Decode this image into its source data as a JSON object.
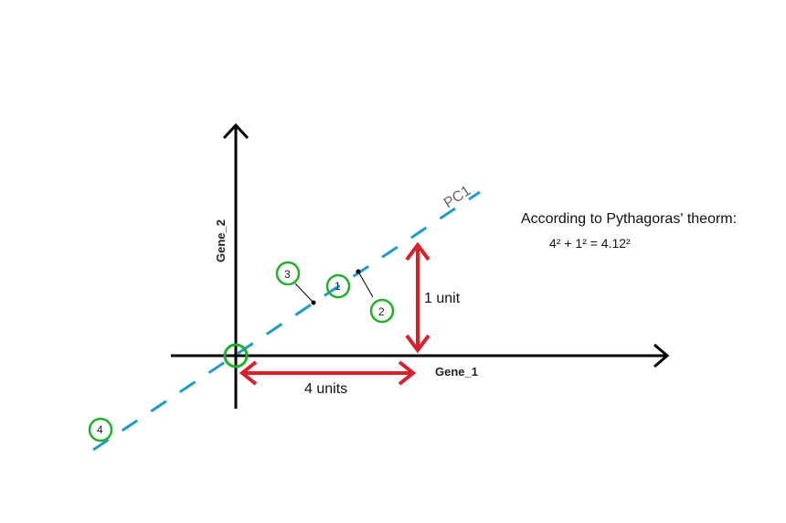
{
  "axes": {
    "x_label": "Gene_1",
    "y_label": "Gene_2"
  },
  "pc_label": "PC1",
  "points": [
    {
      "label": "1"
    },
    {
      "label": "2"
    },
    {
      "label": "3"
    },
    {
      "label": "4"
    }
  ],
  "measurements": {
    "horizontal": "4 units",
    "vertical": "1 unit"
  },
  "note": {
    "title": "According to Pythagoras' theorm:",
    "equation": "4² + 1² = 4.12²"
  },
  "colors": {
    "axis": "#000000",
    "pc_line": "#1e9bd0",
    "circle": "#22b02a",
    "arrow": "#d9202a"
  }
}
